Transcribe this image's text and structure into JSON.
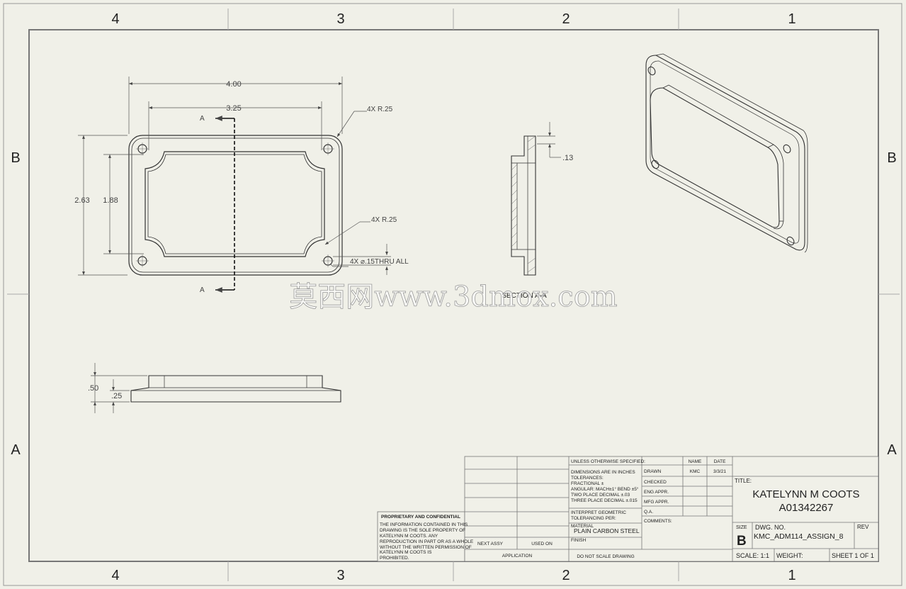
{
  "zones": {
    "columns": [
      "4",
      "3",
      "2",
      "1"
    ],
    "rows": [
      "B",
      "A"
    ]
  },
  "top_view": {
    "overall_width": "4.00",
    "inner_width": "3.25",
    "overall_height": "2.63",
    "inner_height": "1.88",
    "corner_radius_outer": "4X R.25",
    "corner_radius_inner": "4X R.25",
    "hole_callout": "4X ⌀.15THRU ALL",
    "section_marker": "A"
  },
  "section_view": {
    "label": "SECTION A-A",
    "thickness": ".13"
  },
  "side_view": {
    "total_height": ".50",
    "flange_height": ".25"
  },
  "watermark": "莫西网www.3dmox.com",
  "title_block": {
    "proprietary_title": "PROPRIETARY AND CONFIDENTIAL",
    "proprietary_lines": [
      "THE INFORMATION CONTAINED IN THIS",
      "DRAWING IS THE SOLE PROPERTY OF",
      "KATELYNN M COOTS. ANY",
      "REPRODUCTION IN PART OR AS A WHOLE",
      "WITHOUT THE WRITTEN PERMISSION OF",
      "KATELYNN M COOTS IS",
      "PROHIBITED."
    ],
    "next_assy": "NEXT ASSY",
    "used_on": "USED ON",
    "application": "APPLICATION",
    "unless_specified": "UNLESS OTHERWISE SPECIFIED:",
    "dimensions_lines": [
      "DIMENSIONS ARE IN INCHES",
      "TOLERANCES:",
      "FRACTIONAL ±",
      "ANGULAR: MACH±1°   BEND ±5°",
      "TWO PLACE DECIMAL    ±.03",
      "THREE PLACE DECIMAL  ±.015"
    ],
    "geometric_lines": [
      "INTERPRET GEOMETRIC",
      "TOLERANCING PER:"
    ],
    "material_label": "MATERIAL",
    "material": "PLAIN CARBON STEEL",
    "finish_label": "FINISH",
    "do_not_scale": "DO NOT SCALE DRAWING",
    "name_header": "NAME",
    "date_header": "DATE",
    "drawn_label": "DRAWN",
    "drawn_name": "KMC",
    "drawn_date": "3/3/21",
    "checked_label": "CHECKED",
    "eng_appr_label": "ENG APPR.",
    "mfg_appr_label": "MFG APPR.",
    "qa_label": "Q.A.",
    "comments_label": "COMMENTS:",
    "title_label": "TITLE:",
    "title_line1": "KATELYNN M COOTS",
    "title_line2": "A01342267",
    "size_label": "SIZE",
    "size_value": "B",
    "dwg_no_label": "DWG.  NO.",
    "dwg_no": "KMC_ADM114_ASSIGN_8",
    "rev_label": "REV",
    "scale": "SCALE: 1:1",
    "weight": "WEIGHT:",
    "sheet": "SHEET 1 OF 1"
  }
}
